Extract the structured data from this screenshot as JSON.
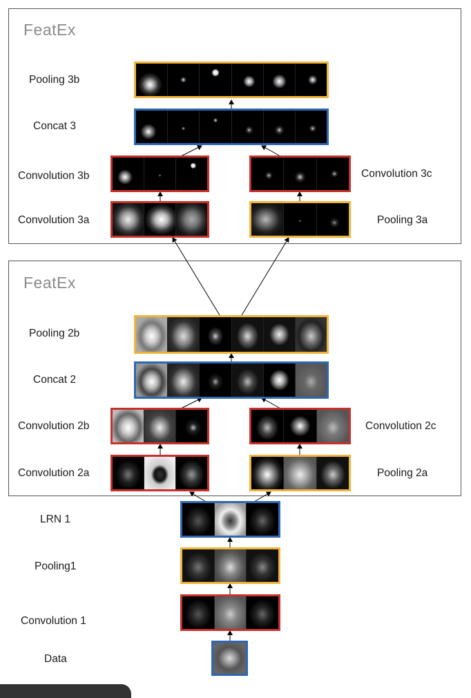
{
  "top_group": {
    "title": "FeatEx"
  },
  "middle_group": {
    "title": "FeatEx"
  },
  "layers": {
    "pooling_3b": "Pooling 3b",
    "concat_3": "Concat 3",
    "convolution_3b": "Convolution 3b",
    "convolution_3c": "Convolution 3c",
    "convolution_3a": "Convolution 3a",
    "pooling_3a": "Pooling 3a",
    "pooling_2b": "Pooling 2b",
    "concat_2": "Concat 2",
    "convolution_2b": "Convolution 2b",
    "convolution_2c": "Convolution 2c",
    "convolution_2a": "Convolution 2a",
    "pooling_2a": "Pooling 2a",
    "lrn_1": "LRN 1",
    "pooling_1": "Pooling1",
    "convolution_1": "Convolution 1",
    "data": "Data"
  },
  "colors": {
    "convolution": "#c7312b",
    "concat_lrn_data": "#2e66b5",
    "pooling": "#f0b43c",
    "box_border": "#555555",
    "title": "#8a8a8a"
  }
}
